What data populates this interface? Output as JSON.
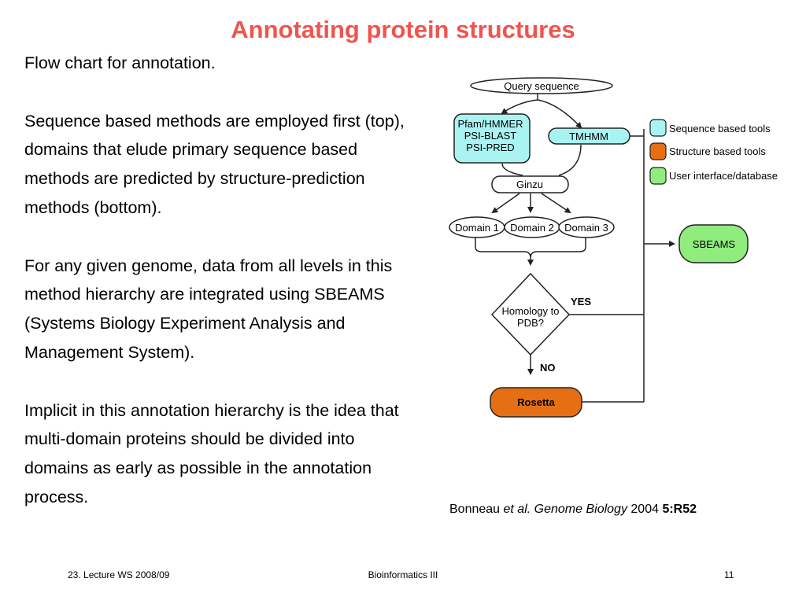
{
  "slide": {
    "title": "Annotating protein structures",
    "paragraphs": [
      "Flow chart for annotation.",
      "Sequence based methods are employed first (top), domains that elude primary sequence based methods are predicted by structure-prediction methods (bottom).",
      "For any given genome, data from all levels in this method hierarchy are integrated using SBEAMS (Systems Biology Experiment Analysis and Management System).",
      "Implicit in this annotation hierarchy is the idea that multi-domain proteins should be divided into domains as early as possible in the annotation process."
    ],
    "citation": {
      "author": "Bonneau",
      "etal": "et al.",
      "journal": "Genome Biology",
      "year": "2004",
      "volume": "5:R52"
    },
    "footer": {
      "left": "23. Lecture WS 2008/09",
      "center": "Bioinformatics III",
      "right": "11"
    }
  },
  "diagram": {
    "query": "Query sequence",
    "seq_tools": [
      "Pfam/HMMER",
      "PSI-BLAST",
      "PSI-PRED"
    ],
    "tmhmm": "TMHMM",
    "ginzu": "Ginzu",
    "domains": [
      "Domain 1",
      "Domain 2",
      "Domain 3"
    ],
    "decision": [
      "Homology to",
      "PDB?"
    ],
    "yes": "YES",
    "no": "NO",
    "rosetta": "Rosetta",
    "sbeams": "SBEAMS",
    "legend": [
      {
        "label": "Sequence based tools",
        "color": "#a9f3f3"
      },
      {
        "label": "Structure based tools",
        "color": "#e56f12"
      },
      {
        "label": "User interface/database",
        "color": "#8fec7d"
      }
    ],
    "colors": {
      "sequence": "#a9f3f3",
      "structure": "#e56f12",
      "database": "#8fec7d",
      "title": "#f0544f"
    }
  }
}
